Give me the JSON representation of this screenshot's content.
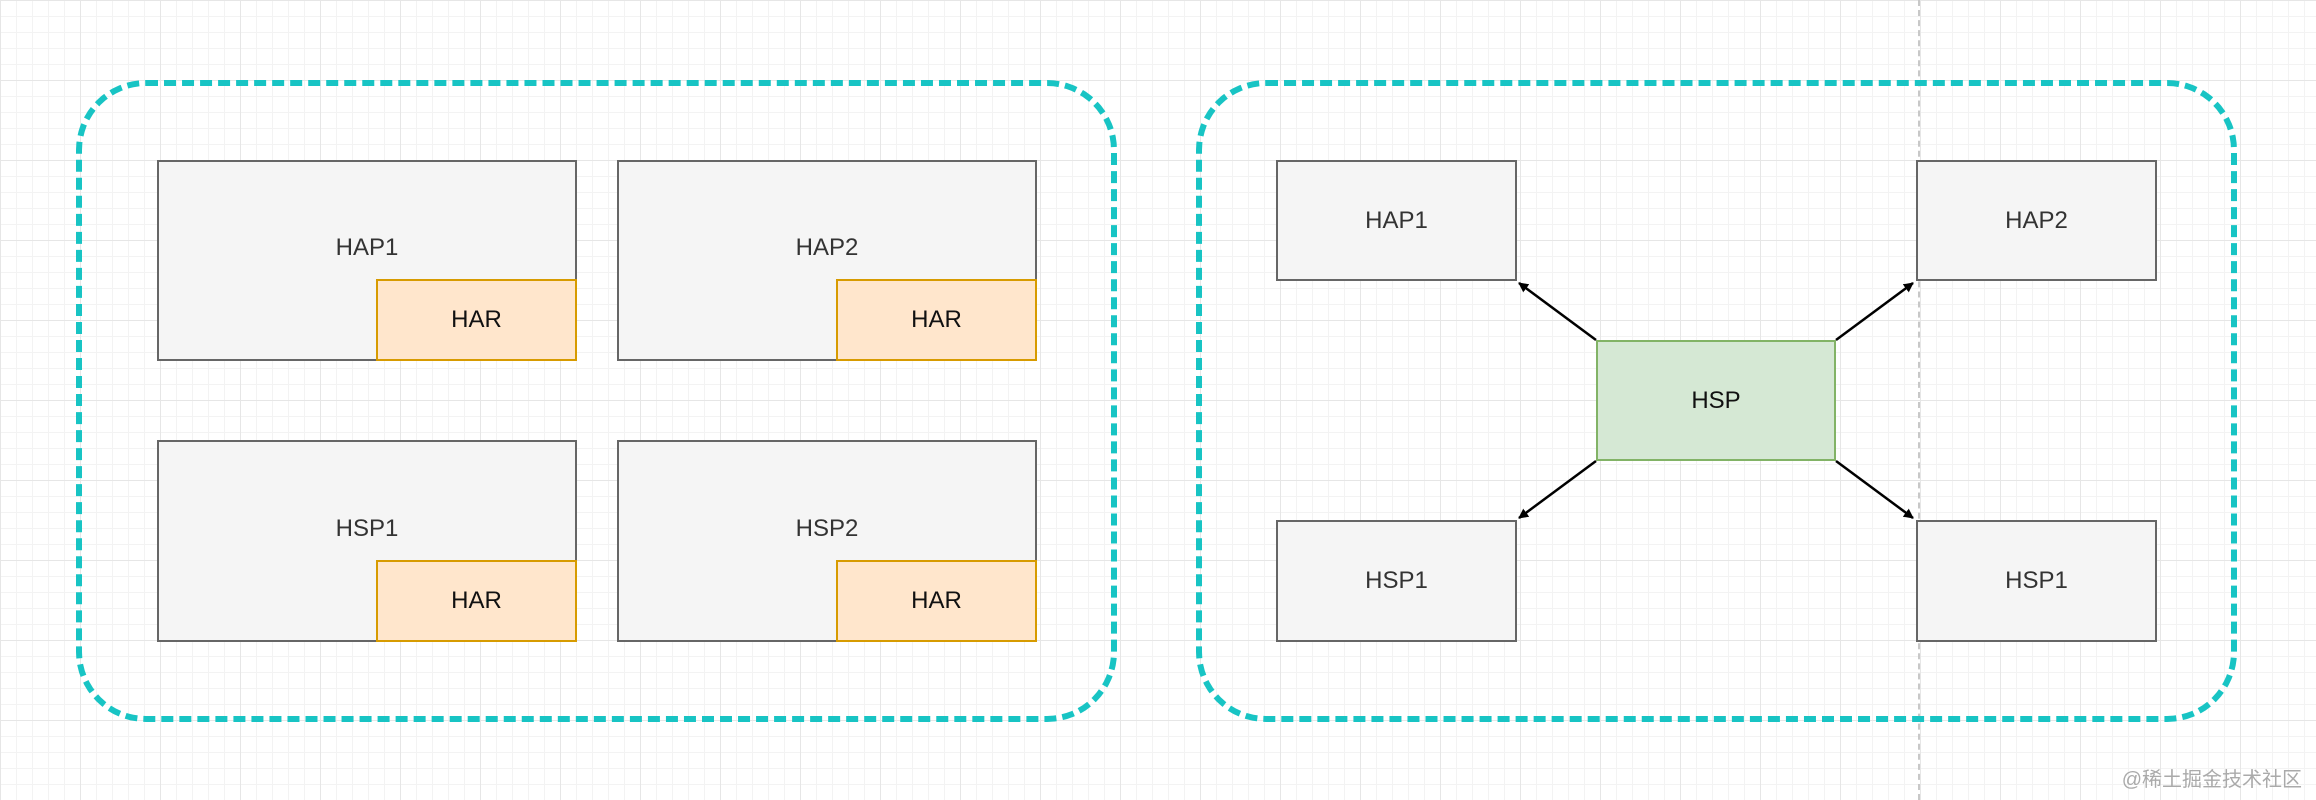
{
  "left_panel": {
    "containers": [
      {
        "label": "HAP1",
        "package": "HAR"
      },
      {
        "label": "HAP2",
        "package": "HAR"
      },
      {
        "label": "HSP1",
        "package": "HAR"
      },
      {
        "label": "HSP2",
        "package": "HAR"
      }
    ]
  },
  "right_panel": {
    "hub": "HSP",
    "nodes": [
      {
        "label": "HAP1"
      },
      {
        "label": "HAP2"
      },
      {
        "label": "HSP1"
      },
      {
        "label": "HSP1"
      }
    ]
  },
  "watermark": "@稀土掘金技术社区",
  "colors": {
    "group_border": "#18c4c4",
    "box_fill": "#f5f5f5",
    "har_fill": "#ffe6cc",
    "har_border": "#d79b00",
    "hub_fill": "#d5e8d4",
    "hub_border": "#82b366"
  }
}
